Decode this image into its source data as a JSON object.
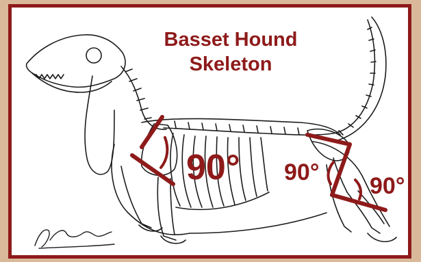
{
  "title": {
    "line1": "Basset Hound",
    "line2": "Skeleton"
  },
  "angles": {
    "shoulder": "90°",
    "hip_upper": "90°",
    "hip_lower": "90°"
  },
  "colors": {
    "accent": "#8e1a1a",
    "background": "#d9b99a",
    "line_art": "#1c1c1c"
  }
}
